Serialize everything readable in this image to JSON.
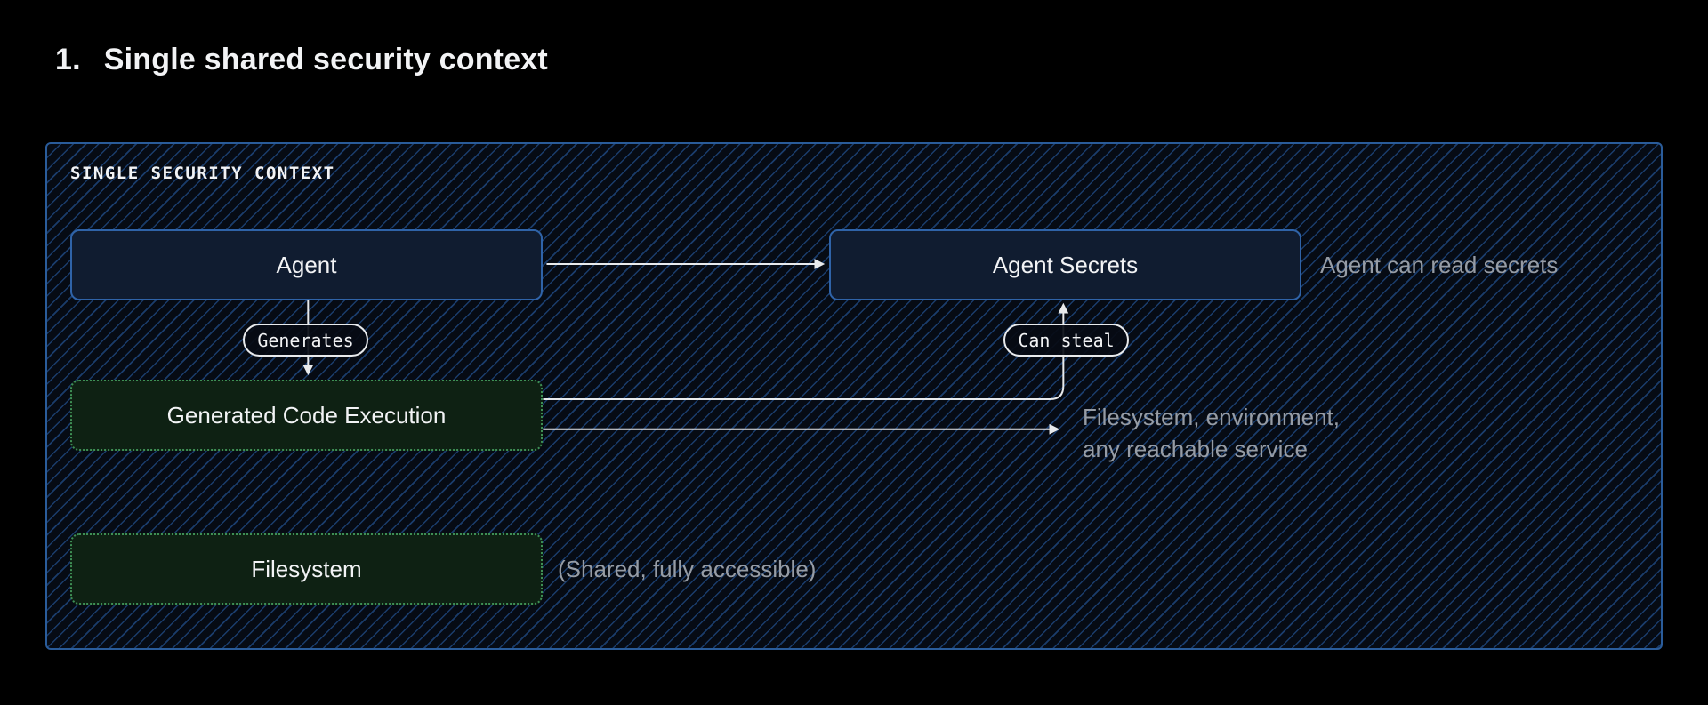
{
  "page": {
    "title_number": "1.",
    "title": "Single shared security context"
  },
  "panel": {
    "label": "SINGLE SECURITY CONTEXT"
  },
  "nodes": {
    "agent": {
      "label": "Agent",
      "type": "blue"
    },
    "agent_secrets": {
      "label": "Agent Secrets",
      "type": "blue"
    },
    "generated_code": {
      "label": "Generated Code Execution",
      "type": "green"
    },
    "filesystem": {
      "label": "Filesystem",
      "type": "green"
    }
  },
  "edges": {
    "agent_to_secrets": {
      "from": "agent",
      "to": "agent_secrets",
      "label": ""
    },
    "agent_to_generated_code": {
      "from": "agent",
      "to": "generated_code",
      "label": "Generates"
    },
    "generated_code_to_secrets": {
      "from": "generated_code",
      "to": "agent_secrets",
      "label": "Can steal"
    },
    "generated_code_to_services": {
      "from": "generated_code",
      "to": "reachable_services",
      "label": ""
    }
  },
  "annotations": {
    "read_secrets": "Agent can read secrets",
    "reach_line1": "Filesystem, environment,",
    "reach_line2": "any reachable service",
    "shared": "(Shared, fully accessible)"
  },
  "colors": {
    "page-bg": "#000000",
    "panel-bg": "#060b14",
    "hatch-line": "#1a3c6b",
    "panel-border": "#2a5c9a",
    "blue-node-bg": "#101c30",
    "blue-node-border": "#2f63a8",
    "green-node-bg": "#0e2113",
    "green-node-border": "#3e8f55",
    "arrow": "#e8eaec",
    "text-primary": "#f2f3f5",
    "text-muted": "#969ca5"
  }
}
